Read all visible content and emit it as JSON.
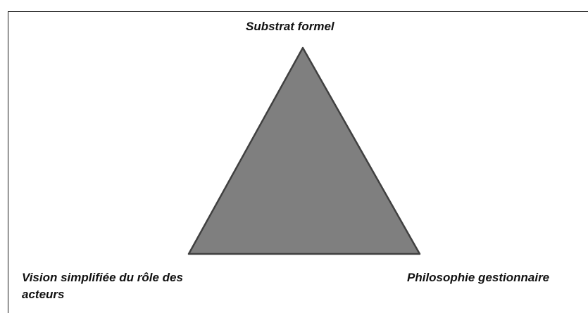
{
  "diagram": {
    "top_label": "Substrat formel",
    "left_label": "Vision simplifiée du  rôle des acteurs",
    "right_label": "Philosophie gestionnaire",
    "triangle_fill": "#7f7f7f",
    "triangle_stroke": "#404040",
    "frame_color": "#1a1a1a"
  }
}
